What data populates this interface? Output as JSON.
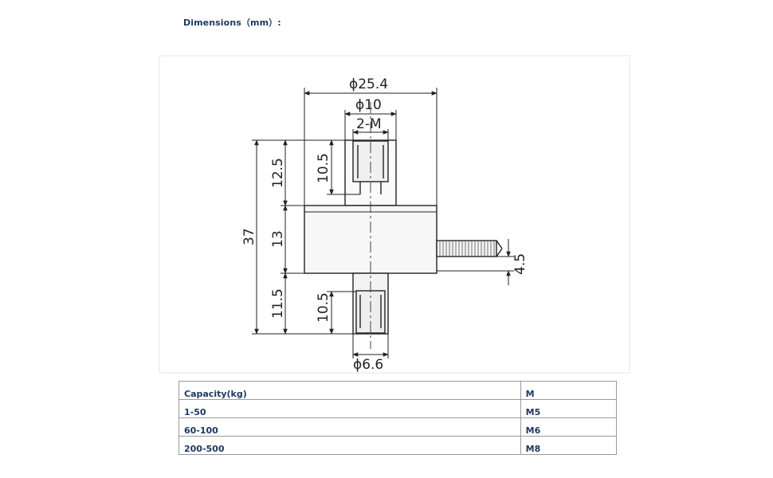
{
  "page": {
    "heading": "Dimensions（mm）:"
  },
  "drawing": {
    "labels": {
      "outer_diameter": "ϕ25.4",
      "inner_diameter": "ϕ10",
      "thread_count": "2-M",
      "top_height": "12.5",
      "top_thread_depth": "10.5",
      "total_height": "37",
      "body_height": "13",
      "bottom_height": "11.5",
      "bottom_thread_depth": "10.5",
      "side_offset": "4.5",
      "bottom_diameter": "ϕ6.6"
    }
  },
  "table": {
    "header": [
      "Capacity(kg)",
      "M"
    ],
    "rows": [
      [
        "1-50",
        "M5"
      ],
      [
        "60-100",
        "M6"
      ],
      [
        "200-500",
        "M8"
      ]
    ]
  }
}
